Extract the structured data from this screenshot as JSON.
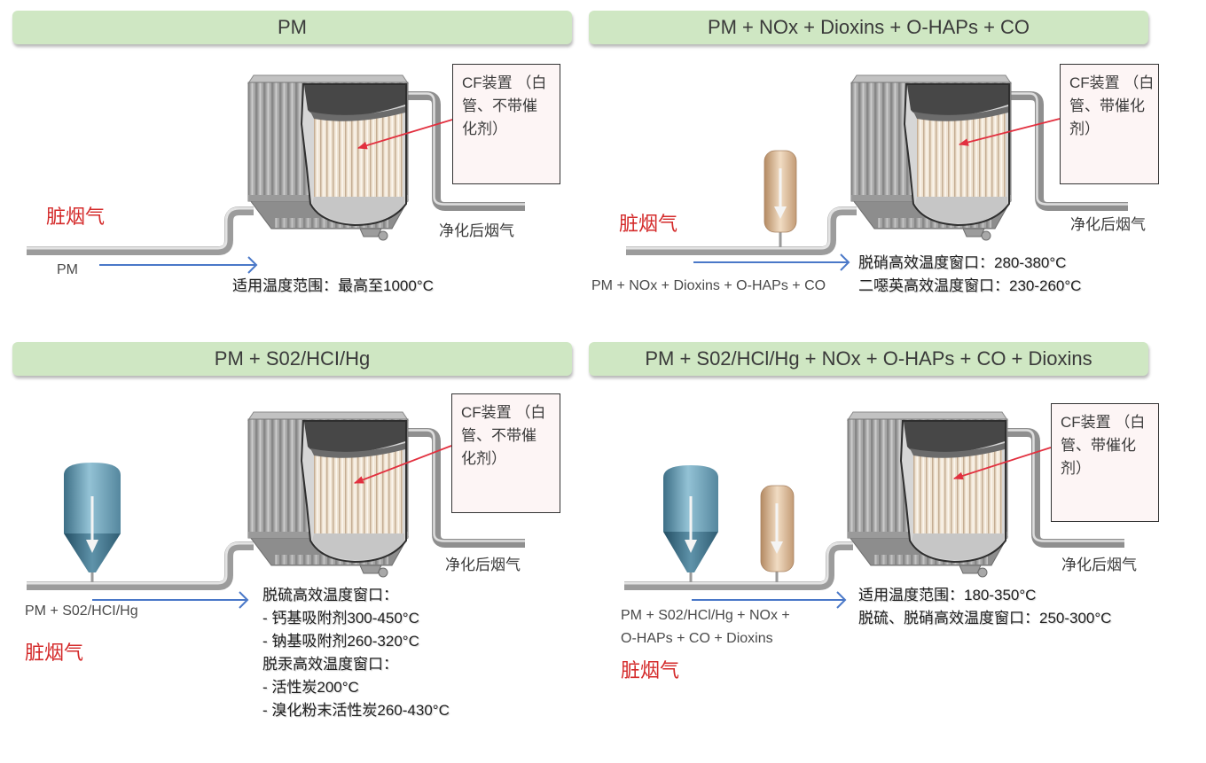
{
  "colors": {
    "header_background": "#cfe7c3",
    "dirty_gas_text": "#d42a2a",
    "callout_arrow": "#e2303f",
    "flow_arrow": "#4a78c8",
    "cf_box_background": "#fdf5f5"
  },
  "icons": {
    "silo_arrow": "down-arrow-icon",
    "tank_arrow": "down-arrow-icon"
  },
  "panels": [
    {
      "header": "PM",
      "cf_box_lines": [
        "CF装置 （白",
        "管、不带催",
        "化剂）"
      ],
      "dirty_gas": "脏烟气",
      "clean_gas": "净化后烟气",
      "flow_label_lines": [
        "PM"
      ],
      "notes": [
        "适用温度范围：最高至1000°C"
      ]
    },
    {
      "header": "PM + NOx + Dioxins + O-HAPs + CO",
      "cf_box_lines": [
        "CF装置 （白",
        "管、带催化",
        "剂）"
      ],
      "dirty_gas": "脏烟气",
      "clean_gas": "净化后烟气",
      "flow_label_lines": [
        "PM + NOx + Dioxins + O-HAPs + CO"
      ],
      "notes": [
        "脱硝高效温度窗口：280-380°C",
        "二噁英高效温度窗口：230-260°C"
      ]
    },
    {
      "header": "PM + S02/HCI/Hg",
      "cf_box_lines": [
        "CF装置 （白",
        "管、不带催",
        "化剂）"
      ],
      "dirty_gas": "脏烟气",
      "clean_gas": "净化后烟气",
      "flow_label_lines": [
        "PM + S02/HCI/Hg"
      ],
      "notes": [
        "脱硫高效温度窗口：",
        "- 钙基吸附剂300-450°C",
        "- 钠基吸附剂260-320°C",
        "脱汞高效温度窗口：",
        "- 活性炭200°C",
        "- 溴化粉末活性炭260-430°C"
      ]
    },
    {
      "header": "PM + S02/HCl/Hg + NOx + O-HAPs + CO + Dioxins",
      "cf_box_lines": [
        "CF装置 （白",
        "管、带催化",
        "剂）"
      ],
      "dirty_gas": "脏烟气",
      "clean_gas": "净化后烟气",
      "flow_label_lines": [
        "PM + S02/HCl/Hg + NOx +",
        "O-HAPs + CO + Dioxins"
      ],
      "notes": [
        "适用温度范围：180-350°C",
        "脱硫、脱硝高效温度窗口：250-300°C"
      ]
    }
  ]
}
